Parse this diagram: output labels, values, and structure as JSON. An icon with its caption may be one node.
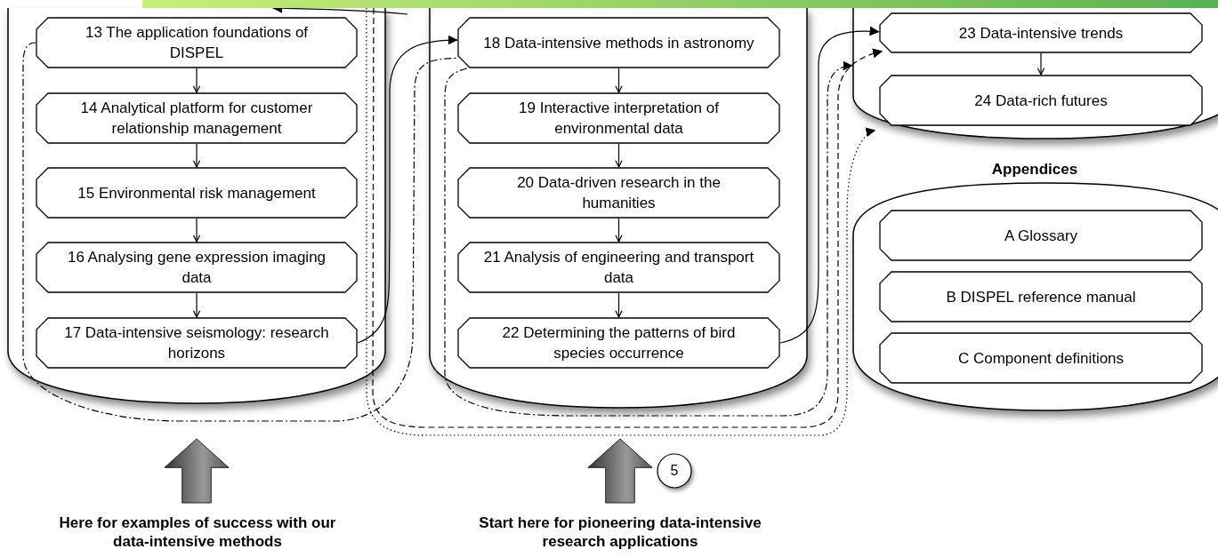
{
  "diagram": {
    "nodes": [
      {
        "text": [],
        "shape": "cylinder"
      },
      {
        "text": [
          "13 The application foundations of DISPEL"
        ],
        "in": 0
      },
      {
        "text": [
          "14 Analytical platform for customer relationship management"
        ],
        "in": 0
      },
      {
        "text": [
          "15 Environmental risk management"
        ],
        "in": 0
      },
      {
        "text": [
          "16 Analysing gene expression imaging data"
        ],
        "in": 0
      },
      {
        "text": [
          "17 Data-intensive seismology: research horizons"
        ],
        "in": 0
      },
      {
        "text": [],
        "shape": "cylinder"
      },
      {
        "text": [
          "18 Data-intensive methods in astronomy"
        ],
        "in": 6
      },
      {
        "text": [
          "19 Interactive interpretation of environmental data"
        ],
        "in": 6
      },
      {
        "text": [
          "20 Data-driven research in the humanities"
        ],
        "in": 6
      },
      {
        "text": [
          "21 Analysis of engineering and transport data"
        ],
        "in": 6
      },
      {
        "text": [
          "22 Determining the patterns of bird species occurrence"
        ],
        "in": 6
      },
      {
        "text": [],
        "shape": "cylinder"
      },
      {
        "text": [
          "23 Data-intensive trends"
        ],
        "in": 12
      },
      {
        "text": [
          "24 Data-rich futures"
        ],
        "in": 12
      },
      {
        "text": [
          "Appendices"
        ]
      },
      {
        "text": [
          "A Glossary"
        ],
        "in": 15
      },
      {
        "text": [
          "B DISPEL reference manual"
        ],
        "in": 15
      },
      {
        "text": [
          "C Component definitions"
        ],
        "in": 15
      },
      {
        "text": [],
        "shape": "arrow",
        "beside": [
          "Here for examples of success with our data-intensive methods"
        ]
      },
      {
        "text": [],
        "shape": "arrow",
        "beside": [
          "Start here for pioneering data-intensive research applications"
        ]
      },
      {
        "text": [
          "5"
        ]
      }
    ],
    "edges": [
      {
        "from": 1,
        "to": 2,
        "arrow": "to"
      },
      {
        "from": 2,
        "to": 3,
        "arrow": "to"
      },
      {
        "from": 3,
        "to": 4,
        "arrow": "to"
      },
      {
        "from": 4,
        "to": 5,
        "arrow": "to"
      },
      {
        "from": 7,
        "to": 8,
        "arrow": "to"
      },
      {
        "from": 8,
        "to": 9,
        "arrow": "to"
      },
      {
        "from": 9,
        "to": 10,
        "arrow": "to"
      },
      {
        "from": 10,
        "to": 11,
        "arrow": "to"
      },
      {
        "from": 13,
        "to": 14,
        "arrow": "to"
      },
      {
        "from": 5,
        "to": 7,
        "arrow": "to"
      },
      {
        "from": 11,
        "to": 13,
        "arrow": "to"
      },
      {
        "from": null,
        "to": 0,
        "arrow": "to"
      },
      {
        "from": 1,
        "to": 7,
        "arrow": "none",
        "style": "dashed"
      },
      {
        "from": 7,
        "to": 12,
        "arrow": "to",
        "style": "dashed"
      },
      {
        "from": 0,
        "to": 13,
        "arrow": "to",
        "style": "dashed"
      },
      {
        "from": 0,
        "to": 12,
        "arrow": "to",
        "style": "dashed"
      }
    ]
  }
}
